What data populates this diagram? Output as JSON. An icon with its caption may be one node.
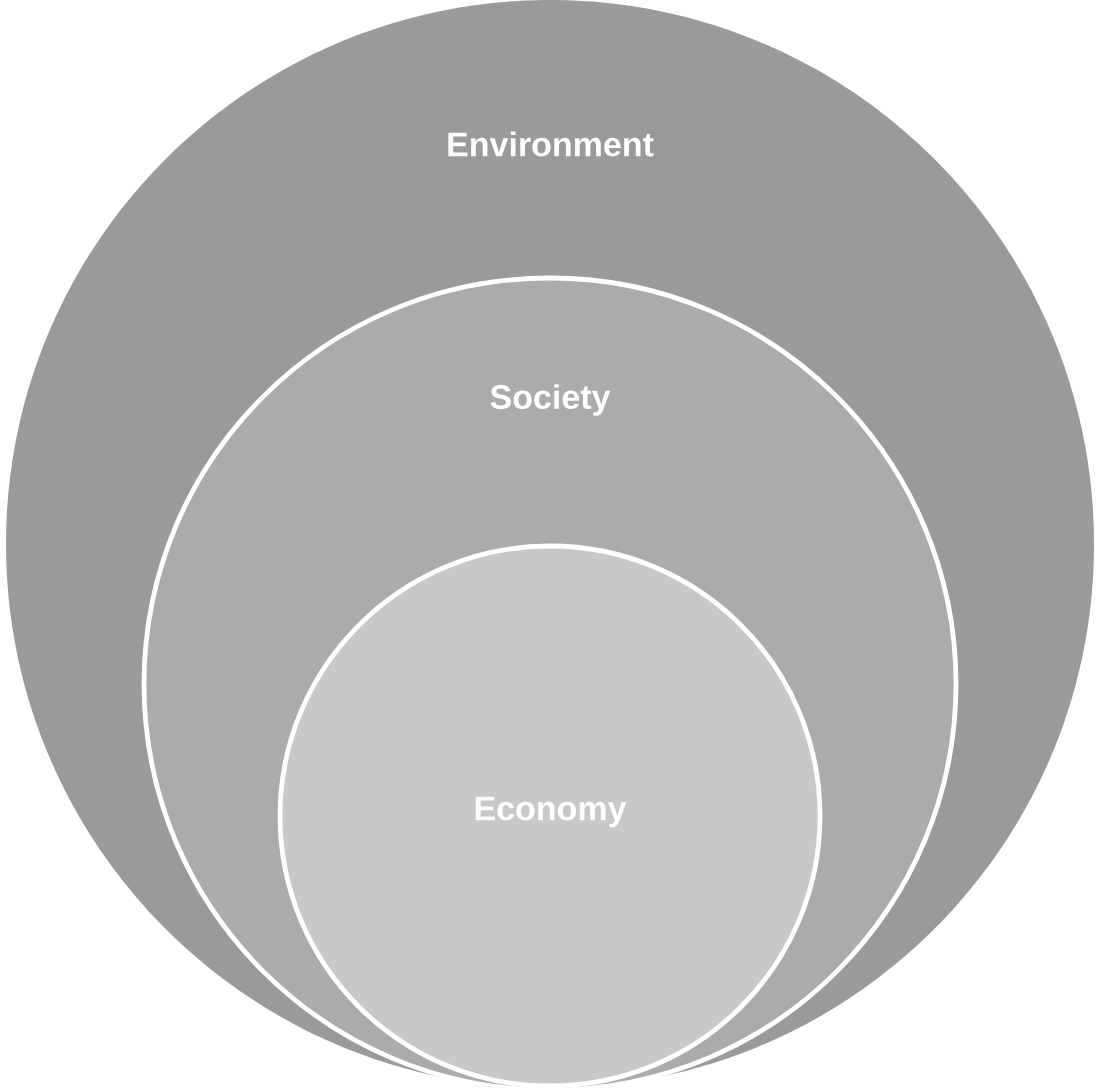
{
  "diagram": {
    "nodes": [
      {
        "text": [
          "Environment"
        ]
      },
      {
        "text": [
          "Society"
        ],
        "in": 0
      },
      {
        "text": [
          "Economy"
        ],
        "in": 1
      }
    ]
  }
}
